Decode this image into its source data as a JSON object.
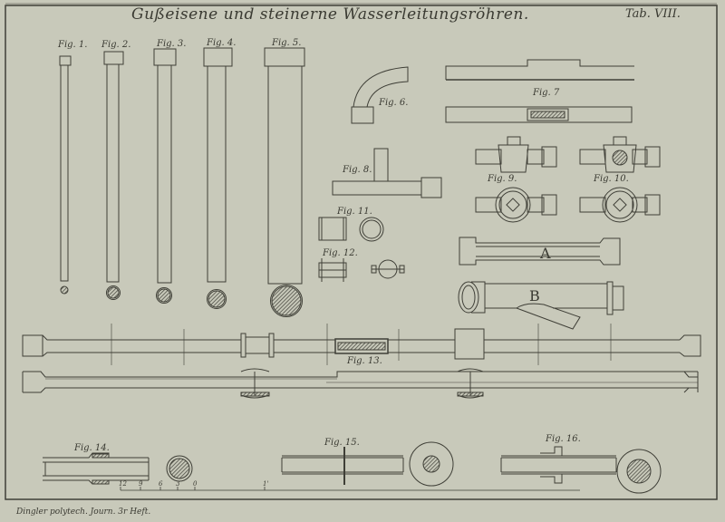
{
  "plate": {
    "title": "Gußeisene und steinerne Wasserleitungsröhren.",
    "plate_number": "Tab. VIII.",
    "footer": "Dingler polytech. Journ. 3r Heft.",
    "colors": {
      "paper": "#c8c9ba",
      "ink": "#3a3a32",
      "hatch": "#5a5a52"
    }
  },
  "figures": {
    "fig1": "Fig. 1.",
    "fig2": "Fig. 2.",
    "fig3": "Fig. 3.",
    "fig4": "Fig. 4.",
    "fig5": "Fig. 5.",
    "fig6": "Fig. 6.",
    "fig7": "Fig. 7",
    "fig8": "Fig. 8.",
    "fig9": "Fig. 9.",
    "fig10": "Fig. 10.",
    "fig11": "Fig. 11.",
    "fig12": "Fig. 12.",
    "fig13": "Fig. 13.",
    "fig14": "Fig. 14.",
    "fig15": "Fig. 15.",
    "fig16": "Fig. 16."
  },
  "part_labels": {
    "a": "A",
    "b": "B"
  },
  "scale": {
    "ticks": [
      "12",
      "9",
      "6",
      "3",
      "0",
      "1'"
    ]
  }
}
